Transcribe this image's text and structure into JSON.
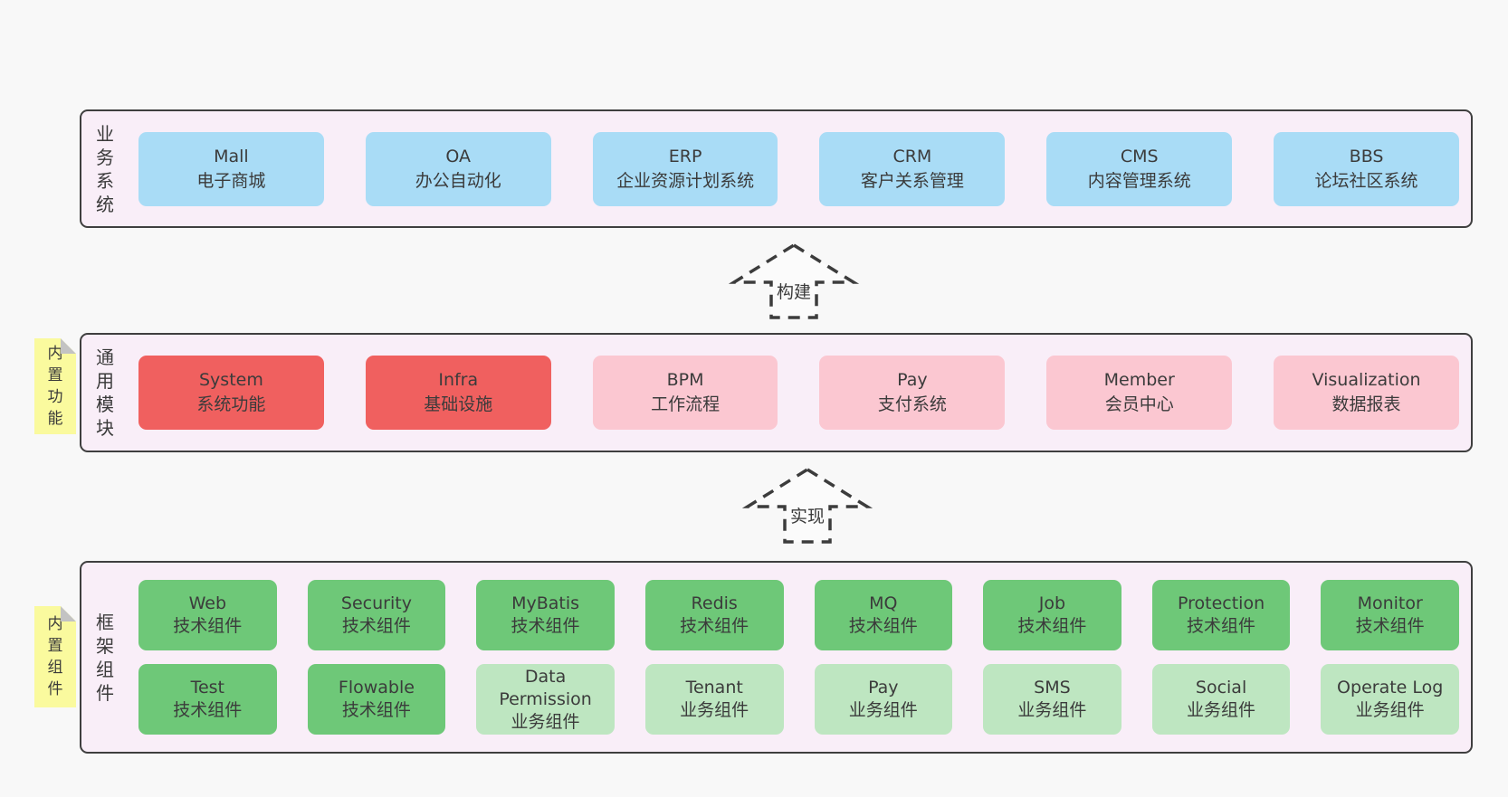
{
  "layers": [
    {
      "id": "business-systems",
      "label": "业务系统",
      "boxes": [
        {
          "name": "Mall",
          "desc": "电子商城",
          "variant": "blue"
        },
        {
          "name": "OA",
          "desc": "办公自动化",
          "variant": "blue"
        },
        {
          "name": "ERP",
          "desc": "企业资源计划系统",
          "variant": "blue"
        },
        {
          "name": "CRM",
          "desc": "客户关系管理",
          "variant": "blue"
        },
        {
          "name": "CMS",
          "desc": "内容管理系统",
          "variant": "blue"
        },
        {
          "name": "BBS",
          "desc": "论坛社区系统",
          "variant": "blue"
        }
      ]
    },
    {
      "id": "common-modules",
      "label": "通用模块",
      "tag": "内置功能",
      "boxes": [
        {
          "name": "System",
          "desc": "系统功能",
          "variant": "red"
        },
        {
          "name": "Infra",
          "desc": "基础设施",
          "variant": "red"
        },
        {
          "name": "BPM",
          "desc": "工作流程",
          "variant": "pink"
        },
        {
          "name": "Pay",
          "desc": "支付系统",
          "variant": "pink"
        },
        {
          "name": "Member",
          "desc": "会员中心",
          "variant": "pink"
        },
        {
          "name": "Visualization",
          "desc": "数据报表",
          "variant": "pink"
        }
      ]
    },
    {
      "id": "framework-components",
      "label": "框架组件",
      "tag": "内置组件",
      "rows": [
        [
          {
            "name": "Web",
            "desc": "技术组件",
            "variant": "green"
          },
          {
            "name": "Security",
            "desc": "技术组件",
            "variant": "green"
          },
          {
            "name": "MyBatis",
            "desc": "技术组件",
            "variant": "green"
          },
          {
            "name": "Redis",
            "desc": "技术组件",
            "variant": "green"
          },
          {
            "name": "MQ",
            "desc": "技术组件",
            "variant": "green"
          },
          {
            "name": "Job",
            "desc": "技术组件",
            "variant": "green"
          },
          {
            "name": "Protection",
            "desc": "技术组件",
            "variant": "green"
          },
          {
            "name": "Monitor",
            "desc": "技术组件",
            "variant": "green"
          }
        ],
        [
          {
            "name": "Test",
            "desc": "技术组件",
            "variant": "green"
          },
          {
            "name": "Flowable",
            "desc": "技术组件",
            "variant": "green"
          },
          {
            "name": "Data Permission",
            "desc": "业务组件",
            "variant": "lightgreen"
          },
          {
            "name": "Tenant",
            "desc": "业务组件",
            "variant": "lightgreen"
          },
          {
            "name": "Pay",
            "desc": "业务组件",
            "variant": "lightgreen"
          },
          {
            "name": "SMS",
            "desc": "业务组件",
            "variant": "lightgreen"
          },
          {
            "name": "Social",
            "desc": "业务组件",
            "variant": "lightgreen"
          },
          {
            "name": "Operate Log",
            "desc": "业务组件",
            "variant": "lightgreen"
          }
        ]
      ]
    }
  ],
  "arrows": [
    {
      "label": "构建"
    },
    {
      "label": "实现"
    }
  ],
  "colors": {
    "page_background": "#f8f8f8",
    "layer_background": "#f9eef8",
    "border": "#3f3f3f",
    "business_box": "#a9dcf6",
    "core_module_box": "#f0605f",
    "optional_module_box": "#fbc7d1",
    "tech_component_box": "#6ec878",
    "biz_component_box": "#bee6c1",
    "sticky_tag": "#fafa9e"
  }
}
